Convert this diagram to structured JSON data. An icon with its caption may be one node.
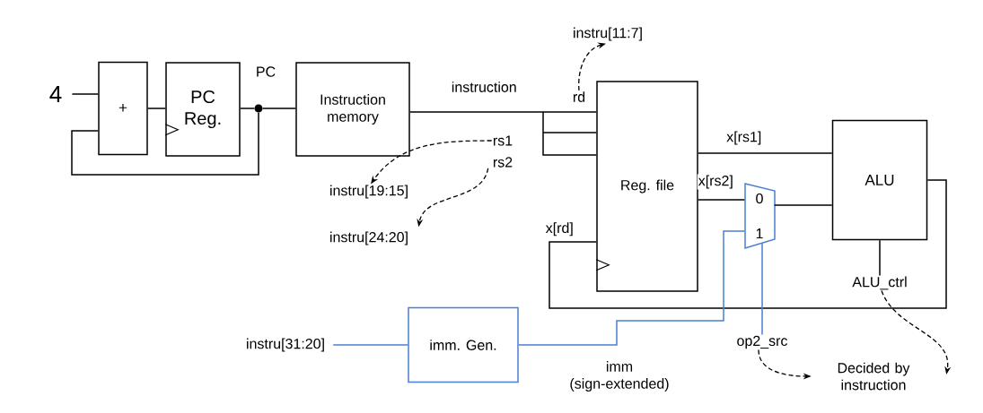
{
  "diagram": {
    "nodes": [
      {
        "text": [
          "4"
        ]
      },
      {
        "text": [
          "+"
        ]
      },
      {
        "text": [
          "PC Reg."
        ]
      },
      {
        "text": [],
        "shape": "circle"
      },
      {
        "text": [
          "Instruction memory"
        ]
      },
      {
        "text": [
          "Reg. file"
        ]
      },
      {
        "text": [
          "ALU"
        ]
      },
      {
        "text": [
          "0",
          "1"
        ]
      },
      {
        "text": [
          "imm. Gen."
        ]
      },
      {
        "text": [
          "instru[31:20]"
        ]
      },
      {
        "text": [
          "rd"
        ]
      },
      {
        "text": [
          "instru[11:7]"
        ]
      },
      {
        "text": [
          "rs1"
        ]
      },
      {
        "text": [
          "instru[19:15]"
        ]
      },
      {
        "text": [
          "rs2"
        ]
      },
      {
        "text": [
          "instru[24:20]"
        ]
      },
      {
        "text": [
          "op2_src"
        ]
      },
      {
        "text": [
          "ALU_ctrl"
        ]
      },
      {
        "text": [
          "Decided by instruction"
        ]
      }
    ],
    "edges": [
      {
        "from": 0,
        "to": 1,
        "arrow": "none"
      },
      {
        "from": 1,
        "to": 2,
        "arrow": "none"
      },
      {
        "from": 2,
        "to": 3,
        "arrow": "none"
      },
      {
        "from": 3,
        "to": 4,
        "arrow": "none"
      },
      {
        "from": 3,
        "to": 1,
        "arrow": "none"
      },
      {
        "from": 4,
        "to": 5,
        "arrow": "none",
        "label": "instruction"
      },
      {
        "from": 10,
        "to": 11,
        "arrow": "to",
        "style": "dashed"
      },
      {
        "from": 12,
        "to": 13,
        "arrow": "to",
        "style": "dashed"
      },
      {
        "from": 14,
        "to": 15,
        "arrow": "to",
        "style": "dashed"
      },
      {
        "from": 5,
        "to": 6,
        "arrow": "none",
        "label": "x[rs1]"
      },
      {
        "from": 5,
        "to": 7,
        "arrow": "none",
        "label": "x[rs2]"
      },
      {
        "from": 7,
        "to": 6,
        "arrow": "none"
      },
      {
        "from": 5,
        "to": 6,
        "arrow": "none",
        "label": "x[rd]"
      },
      {
        "from": 17,
        "to": 6,
        "arrow": "none"
      },
      {
        "from": 9,
        "to": 8,
        "arrow": "none",
        "color": "#4a7fd4"
      },
      {
        "from": 8,
        "to": 7,
        "arrow": "none",
        "label": "imm (sign-extended)",
        "color": "#4a7fd4"
      },
      {
        "from": 16,
        "to": 7,
        "arrow": "none",
        "color": "#4a7fd4"
      },
      {
        "from": 16,
        "to": 18,
        "arrow": "to",
        "style": "dashed"
      },
      {
        "from": 17,
        "to": 18,
        "arrow": "to",
        "style": "dashed"
      }
    ],
    "labels": [
      "PC"
    ]
  }
}
